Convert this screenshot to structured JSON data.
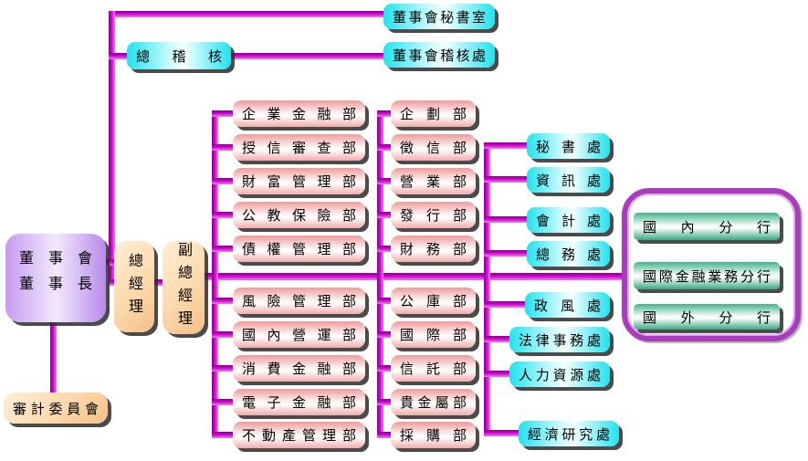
{
  "colors": {
    "line_magenta": "#d202d2",
    "box_cyan": "#2ae4ee",
    "box_pink": "#ef9a9a",
    "box_peach": "#fbd9b0",
    "box_purple": "#c49aee",
    "box_green": "#3fb389",
    "frame_purple": "#a93cbc",
    "shadow": "#2b2b2b"
  },
  "top_row": {
    "board_secretariat": "董事會秘書室",
    "chief_auditor": "總稽核",
    "board_audit_office": "董事會稽核處"
  },
  "left": {
    "board_line1": "董事會",
    "board_line2": "董事長",
    "president": "總經理",
    "deputy_president": "副總經理",
    "audit_committee": "審計委員會"
  },
  "departments": {
    "col1_top": [
      "企業金融部",
      "授信審查部",
      "財富管理部",
      "公教保險部",
      "債權管理部"
    ],
    "col1_bottom": [
      "風險管理部",
      "國內營運部",
      "消費金融部",
      "電子金融部",
      "不動產管理部"
    ],
    "col2_top": [
      "企劃部",
      "徵信部",
      "營業部",
      "發行部",
      "財務部"
    ],
    "col2_bottom": [
      "公庫部",
      "國際部",
      "信託部",
      "貴金屬部",
      "採購部"
    ],
    "col3_top": [
      "秘書處",
      "資訊處",
      "會計處",
      "總務處"
    ],
    "col3_bottom": [
      "政風處",
      "法律事務處",
      "人力資源處",
      "經濟研究處"
    ]
  },
  "branches": {
    "items": [
      "國內分行",
      "國際金融業務分行",
      "國外分行"
    ]
  }
}
